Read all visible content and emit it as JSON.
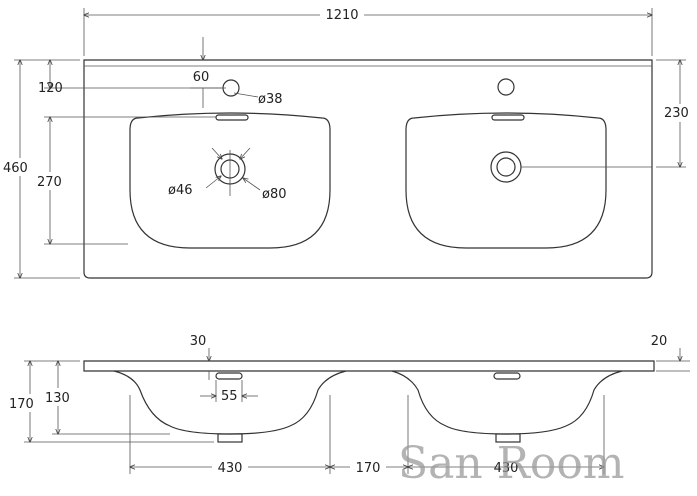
{
  "top_view": {
    "width_label": "1210",
    "tap_offset_label": "60",
    "tap_hole_label": "ø38",
    "depth_label": "460",
    "tap_depth_label": "120",
    "bowl_depth_label": "270",
    "drain_offset_label": "230",
    "drain_inner_label": "ø46",
    "drain_outer_label": "ø80"
  },
  "side_view": {
    "rim_left_label": "30",
    "rim_right_label": "20",
    "height_label": "170",
    "bowl_height_label": "130",
    "overflow_label": "55",
    "bowl_width_left_label": "430",
    "gap_label": "170",
    "bowl_width_right_label": "430"
  },
  "watermark": "San Room"
}
